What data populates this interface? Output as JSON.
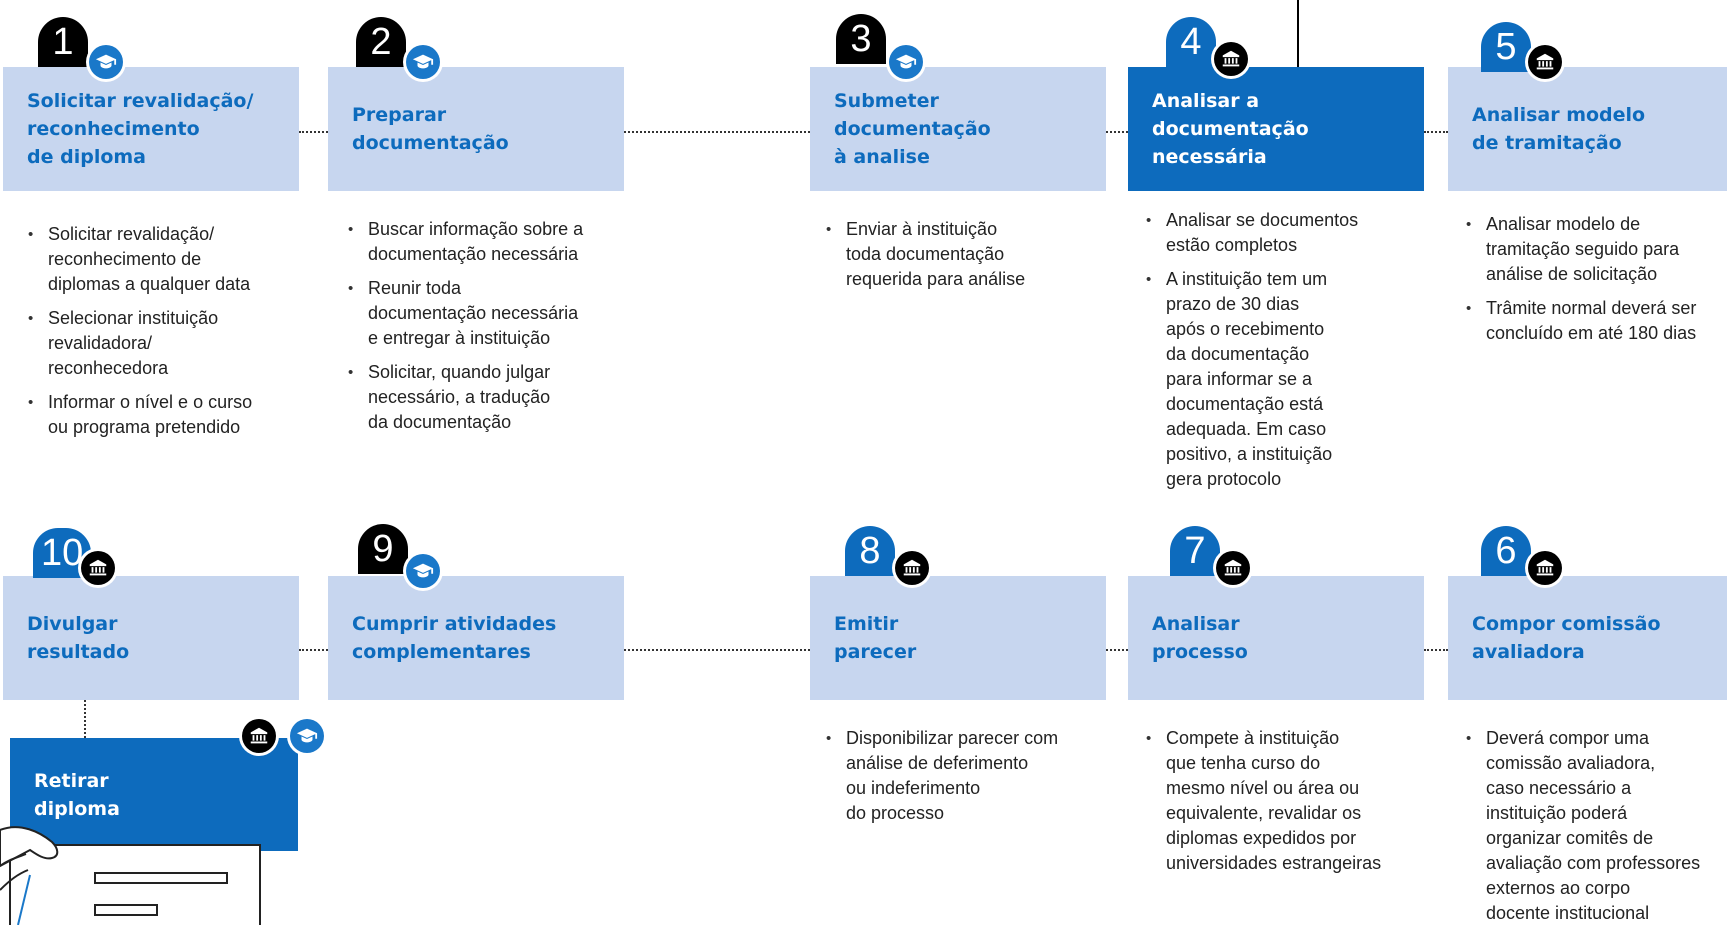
{
  "steps": [
    {
      "number": "1",
      "title": "Solicitar revalidação/\nreconhecimento\nde diploma",
      "bullets": [
        "Solicitar revalidação/\nreconhecimento de\ndiplomas a qualquer data",
        "Selecionar instituição\nrevalidadora/\nreconhecedora",
        "Informar o nível e o curso\nou programa pretendido"
      ]
    },
    {
      "number": "2",
      "title": "Preparar\ndocumentação",
      "bullets": [
        "Buscar informação sobre a\ndocumentação necessária",
        "Reunir toda\ndocumentação necessária\ne entregar à instituição",
        "Solicitar, quando julgar\nnecessário, a tradução\nda documentação"
      ]
    },
    {
      "number": "3",
      "title": "Submeter\ndocumentação\nà analise",
      "bullets": [
        "Enviar à instituição\ntoda documentação\nrequerida para análise"
      ]
    },
    {
      "number": "4",
      "title": "Analisar a\ndocumentação\nnecessária",
      "bullets": [
        "Analisar se documentos\nestão completos",
        "A instituição tem um\nprazo de 30 dias\napós o recebimento\nda documentação\npara informar se a\ndocumentação está\nadequada. Em caso\npositivo, a instituição\ngera protocolo"
      ]
    },
    {
      "number": "5",
      "title": "Analisar modelo\nde tramitação",
      "bullets": [
        "Analisar modelo de\ntramitação seguido para\nanálise de solicitação",
        "Trâmite normal deverá ser\nconcluído em até 180 dias"
      ]
    },
    {
      "number": "6",
      "title": "Compor comissão\navaliadora",
      "bullets": [
        "Deverá compor uma\ncomissão avaliadora,\ncaso necessário a\ninstituição poderá\norganizar comitês de\navaliação com professores\nexternos ao corpo\ndocente institucional"
      ]
    },
    {
      "number": "7",
      "title": "Analisar\nprocesso",
      "bullets": [
        "Compete à instituição\nque tenha curso do\nmesmo nível ou área ou\nequivalente, revalidar os\ndiplomas expedidos por\nuniversidades estrangeiras"
      ]
    },
    {
      "number": "8",
      "title": "Emitir\nparecer",
      "bullets": [
        "Disponibilizar parecer com\nanálise de deferimento\nou indeferimento\ndo processo"
      ]
    },
    {
      "number": "9",
      "title": "Cumprir atividades\ncomplementares",
      "bullets": []
    },
    {
      "number": "10",
      "title": "Divulgar\nresultado",
      "bullets": []
    }
  ],
  "final_step": {
    "title": "Retirar\ndiploma"
  },
  "icons": {
    "student": "graduation-cap-icon",
    "institution": "bank-institution-icon"
  },
  "colors": {
    "primary": "#0d6bbd",
    "light_box": "#c7d6ef",
    "text": "#222222",
    "black": "#000000"
  }
}
